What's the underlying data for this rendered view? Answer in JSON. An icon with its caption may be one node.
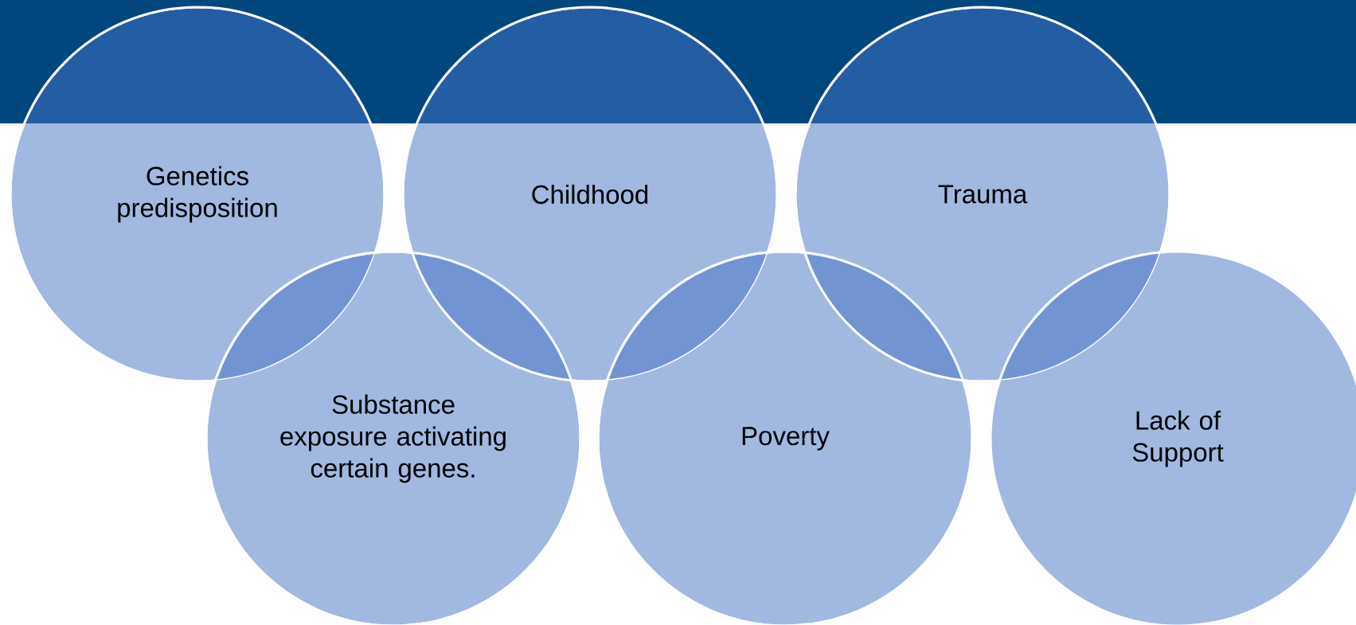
{
  "diagram": {
    "nodes": [
      {
        "text": [
          "Genetics predisposition"
        ]
      },
      {
        "text": [
          "Childhood"
        ]
      },
      {
        "text": [
          "Trauma"
        ]
      },
      {
        "text": [
          "Substance exposure activating certain genes."
        ]
      },
      {
        "text": [
          "Poverty"
        ]
      },
      {
        "text": [
          "Lack of Support"
        ]
      }
    ]
  }
}
